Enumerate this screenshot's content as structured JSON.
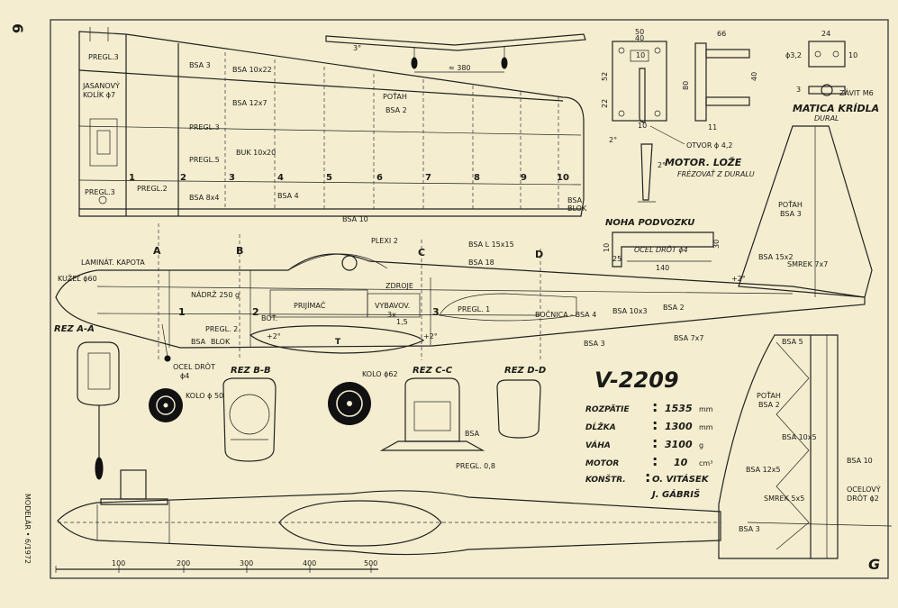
{
  "page": {
    "number": "6",
    "side_caption": "MODELÁR • 6/1972",
    "signature": "G"
  },
  "wing": {
    "labels": [
      "PREGL.3",
      "JASANOVÝ",
      "KOLÍK ϕ7",
      "BSA 3",
      "BSA 10x22",
      "BSA 12x7",
      "POŤAH",
      "BSA 2",
      "PREGL.3",
      "BUK 10x20",
      "PREGL.5",
      "PREGL.2",
      "PREGL.3",
      "BSA 8x4",
      "BSA 4",
      "BSA 10",
      "BSA",
      "BLOK"
    ],
    "ribs": [
      "1",
      "2",
      "3",
      "4",
      "5",
      "6",
      "7",
      "8",
      "9",
      "10"
    ]
  },
  "top_view": {
    "dimension": "≈ 380",
    "note": "3°"
  },
  "motor_mount": {
    "title": "MOTOR. LOŽE",
    "subtitle": "FRÉZOVAŤ Z DURALU",
    "hole": "OTVOR ϕ 4,2",
    "dims": [
      "50",
      "40",
      "10",
      "52",
      "22",
      "10",
      "66",
      "80",
      "40",
      "11",
      "2°",
      "2°"
    ]
  },
  "wing_nut": {
    "title": "MATICA KRÍDLA",
    "material": "DURAL",
    "thread": "ZÁVIT M6",
    "dims": [
      "24",
      "10",
      "ϕ3,2",
      "3"
    ]
  },
  "landing_gear": {
    "title": "NOHA PODVOZKU",
    "wire": "OCEL DRÔT ϕ4",
    "dims": [
      "10",
      "25",
      "140",
      "30"
    ]
  },
  "fuselage_side": {
    "sections": [
      "A",
      "B",
      "C",
      "D"
    ],
    "labels": [
      "LAMINÁT. KAPOTA",
      "KUŽEĽ ϕ60",
      "PLEXI 2",
      "BSA L 15x15",
      "BSA 18",
      "NÁDRŽ 250 g",
      "ZDROJE",
      "PRIJÍMAČ",
      "VYBAVOV.",
      "PREGL. 1",
      "BOČNICA - BSA 4",
      "BSA 10x3",
      "BSA 2",
      "PREGL. 2",
      "BSA",
      "BLOK",
      "BSA 3",
      "BSA 7x7",
      "BSA 15x2",
      "SMREK 7x7",
      "POŤAH",
      "BSA 3",
      "+2°",
      "+2°",
      "+2°",
      "T"
    ],
    "bulkheads": [
      "1",
      "2",
      "3"
    ],
    "extra": [
      "3x",
      "1,5",
      "BOŤ."
    ]
  },
  "sections": {
    "a": "REZ A-A",
    "b": "REZ B-B",
    "c": "REZ C-C",
    "d": "REZ D-D",
    "labels": [
      "OCEL DRÔT",
      "ϕ4",
      "KOLO ϕ 50",
      "KOLO ϕ62",
      "BSA",
      "PREGL. 0,8"
    ]
  },
  "specs": {
    "model_name": "V-2209",
    "rows": [
      {
        "label": "ROZPÄTIE",
        "value": "1535",
        "unit": "mm"
      },
      {
        "label": "DĹŽKA",
        "value": "1300",
        "unit": "mm"
      },
      {
        "label": "VÁHA",
        "value": "3100",
        "unit": "g"
      },
      {
        "label": "MOTOR",
        "value": "10",
        "unit": "cm³"
      },
      {
        "label": "KONŠTR.",
        "value": "O. VITÁSEK",
        "unit": ""
      },
      {
        "label": "",
        "value": "J. GÁBRIŠ",
        "unit": ""
      }
    ]
  },
  "fuselage_top": {
    "scale": [
      "100",
      "200",
      "300",
      "400",
      "500"
    ]
  },
  "stabilizer": {
    "labels": [
      "BSA 5",
      "POŤAH",
      "BSA 2",
      "BSA 10x5",
      "BSA 12x5",
      "BSA 10",
      "SMREK 5x5",
      "BSA 3",
      "OCELOVÝ",
      "DRÔT ϕ2"
    ]
  }
}
